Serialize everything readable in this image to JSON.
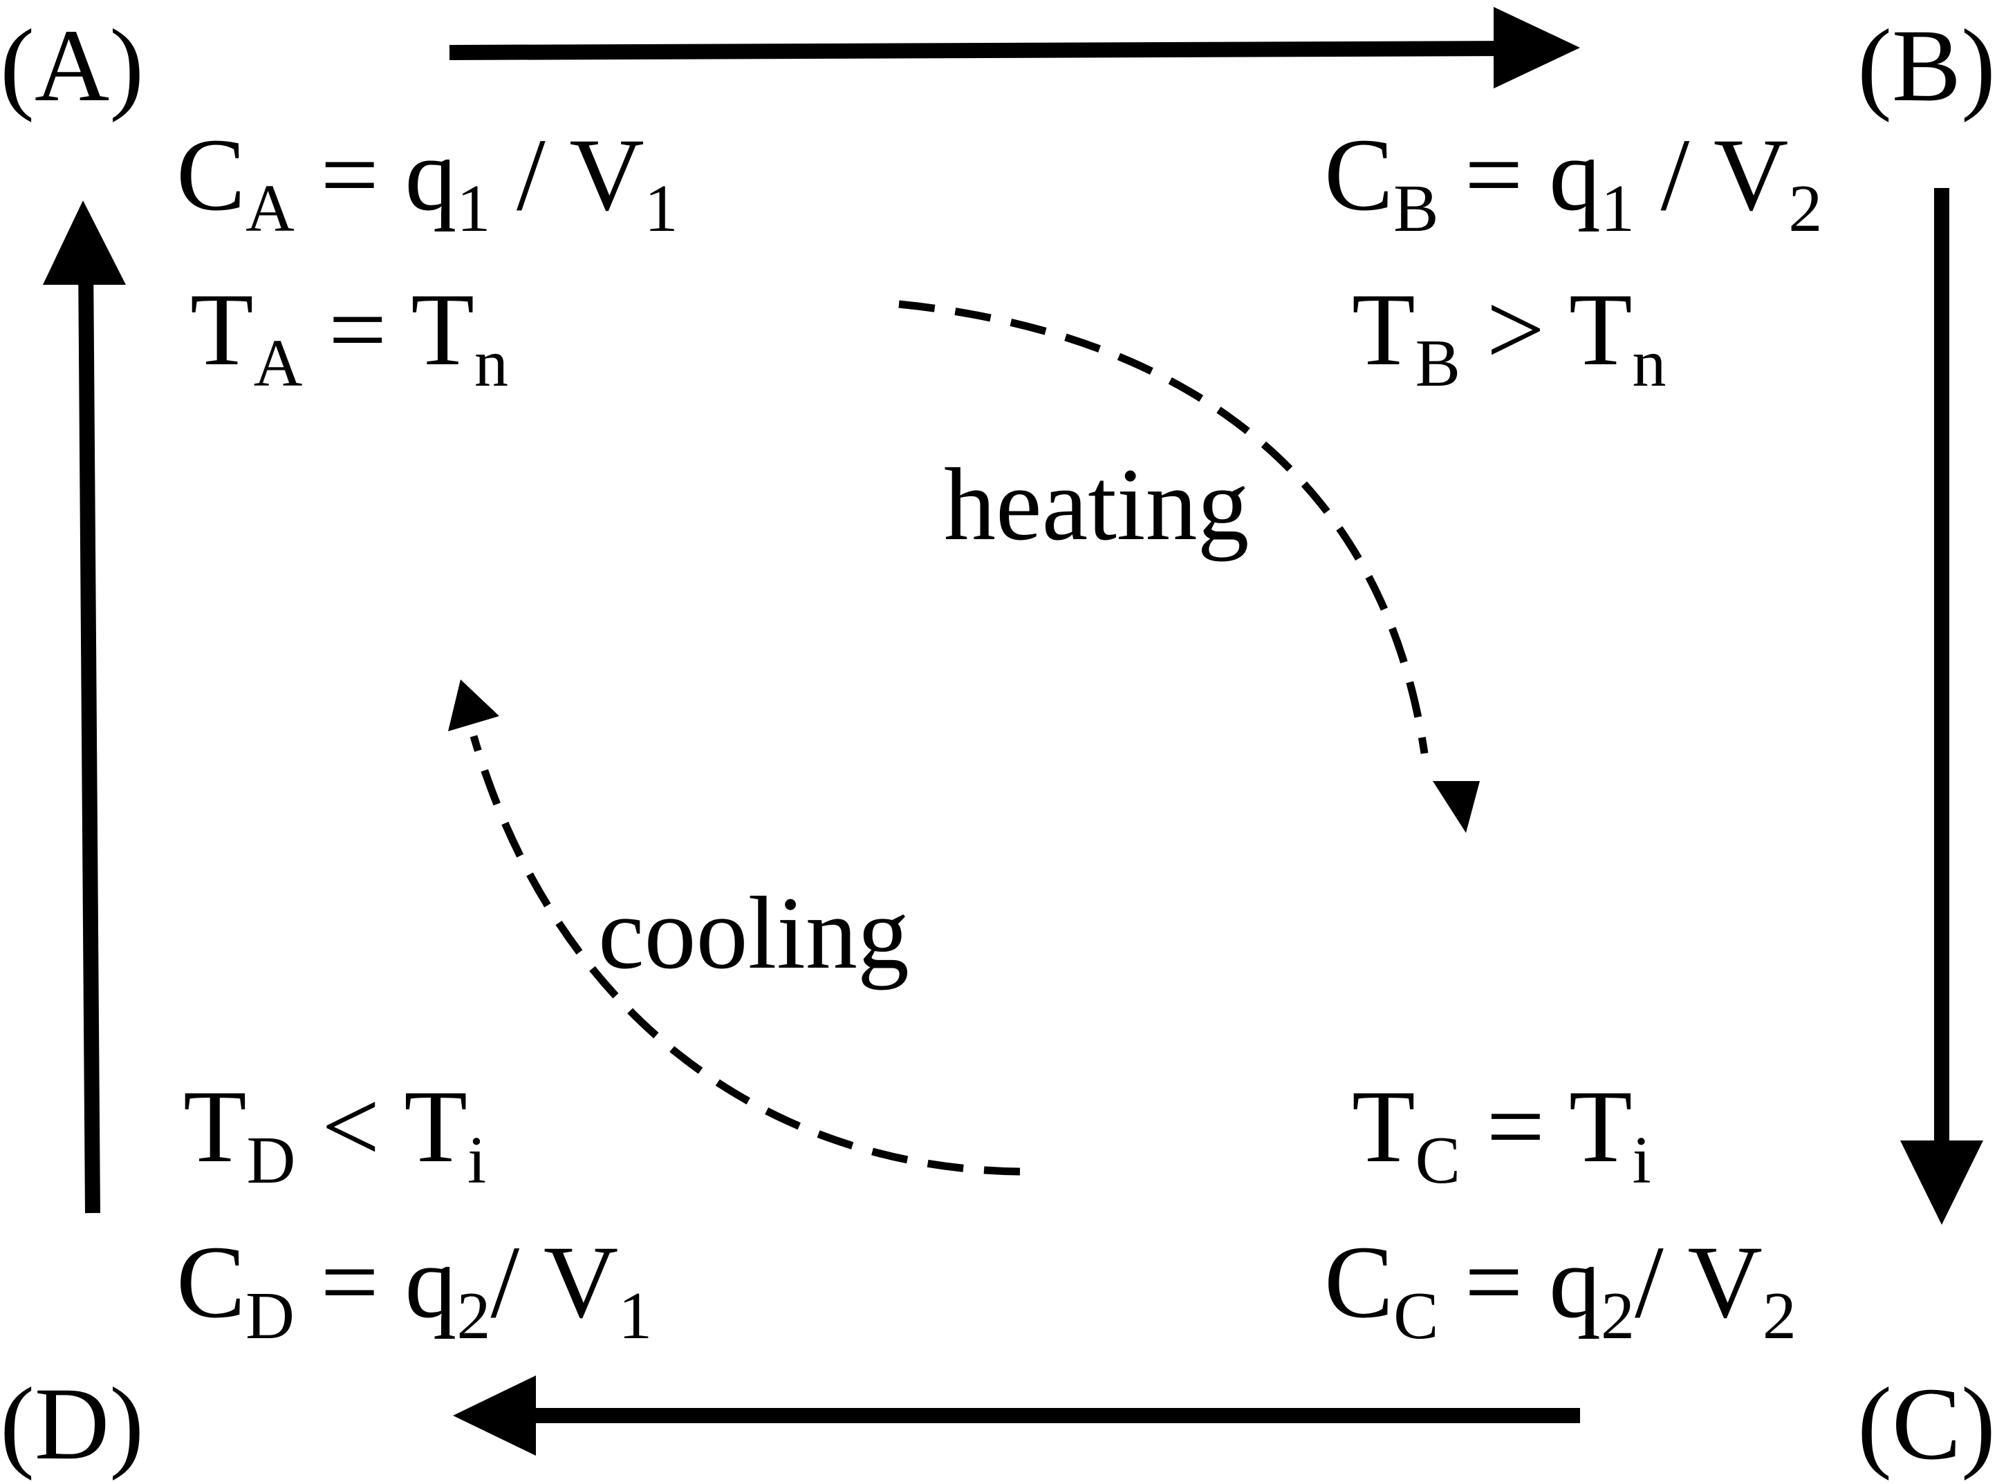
{
  "corners": {
    "a": "(A)",
    "b": "(B)",
    "c": "(C)",
    "d": "(D)"
  },
  "state_a": {
    "concentration": {
      "var": "C",
      "var_sub": "A",
      "op": " = ",
      "num": "q",
      "num_sub": "1",
      "sep": " / ",
      "den": "V",
      "den_sub": "1"
    },
    "temperature": {
      "var": "T",
      "var_sub": "A",
      "op": " = ",
      "ref": "T",
      "ref_sub": "n"
    }
  },
  "state_b": {
    "concentration": {
      "var": "C",
      "var_sub": "B",
      "op": " = ",
      "num": "q",
      "num_sub": "1",
      "sep": " / ",
      "den": "V",
      "den_sub": "2"
    },
    "temperature": {
      "var": "T",
      "var_sub": "B",
      "op": " > ",
      "ref": "T",
      "ref_sub": "n"
    }
  },
  "state_c": {
    "temperature": {
      "var": "T",
      "var_sub": "C",
      "op": " = ",
      "ref": "T",
      "ref_sub": "i"
    },
    "concentration": {
      "var": "C",
      "var_sub": "C",
      "op": " = ",
      "num": "q",
      "num_sub": "2",
      "sep": "/ ",
      "den": "V",
      "den_sub": "2"
    }
  },
  "state_d": {
    "temperature": {
      "var": "T",
      "var_sub": "D",
      "op": " < ",
      "ref": "T",
      "ref_sub": "i"
    },
    "concentration": {
      "var": "C",
      "var_sub": "D",
      "op": " = ",
      "num": "q",
      "num_sub": "2",
      "sep": "/ ",
      "den": "V",
      "den_sub": "1"
    }
  },
  "processes": {
    "heating": "heating",
    "cooling": "cooling"
  },
  "colors": {
    "ink": "#000000",
    "background": "#ffffff"
  }
}
